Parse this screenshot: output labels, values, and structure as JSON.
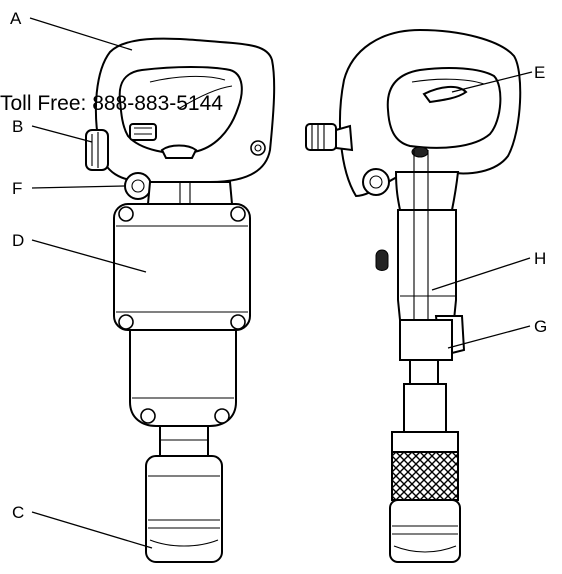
{
  "banner": {
    "toll_free": "Toll Free: 888-883-5144"
  },
  "callouts": {
    "a": "A",
    "b": "B",
    "c": "C",
    "d": "D",
    "e": "E",
    "f": "F",
    "g": "G",
    "h": "H"
  }
}
